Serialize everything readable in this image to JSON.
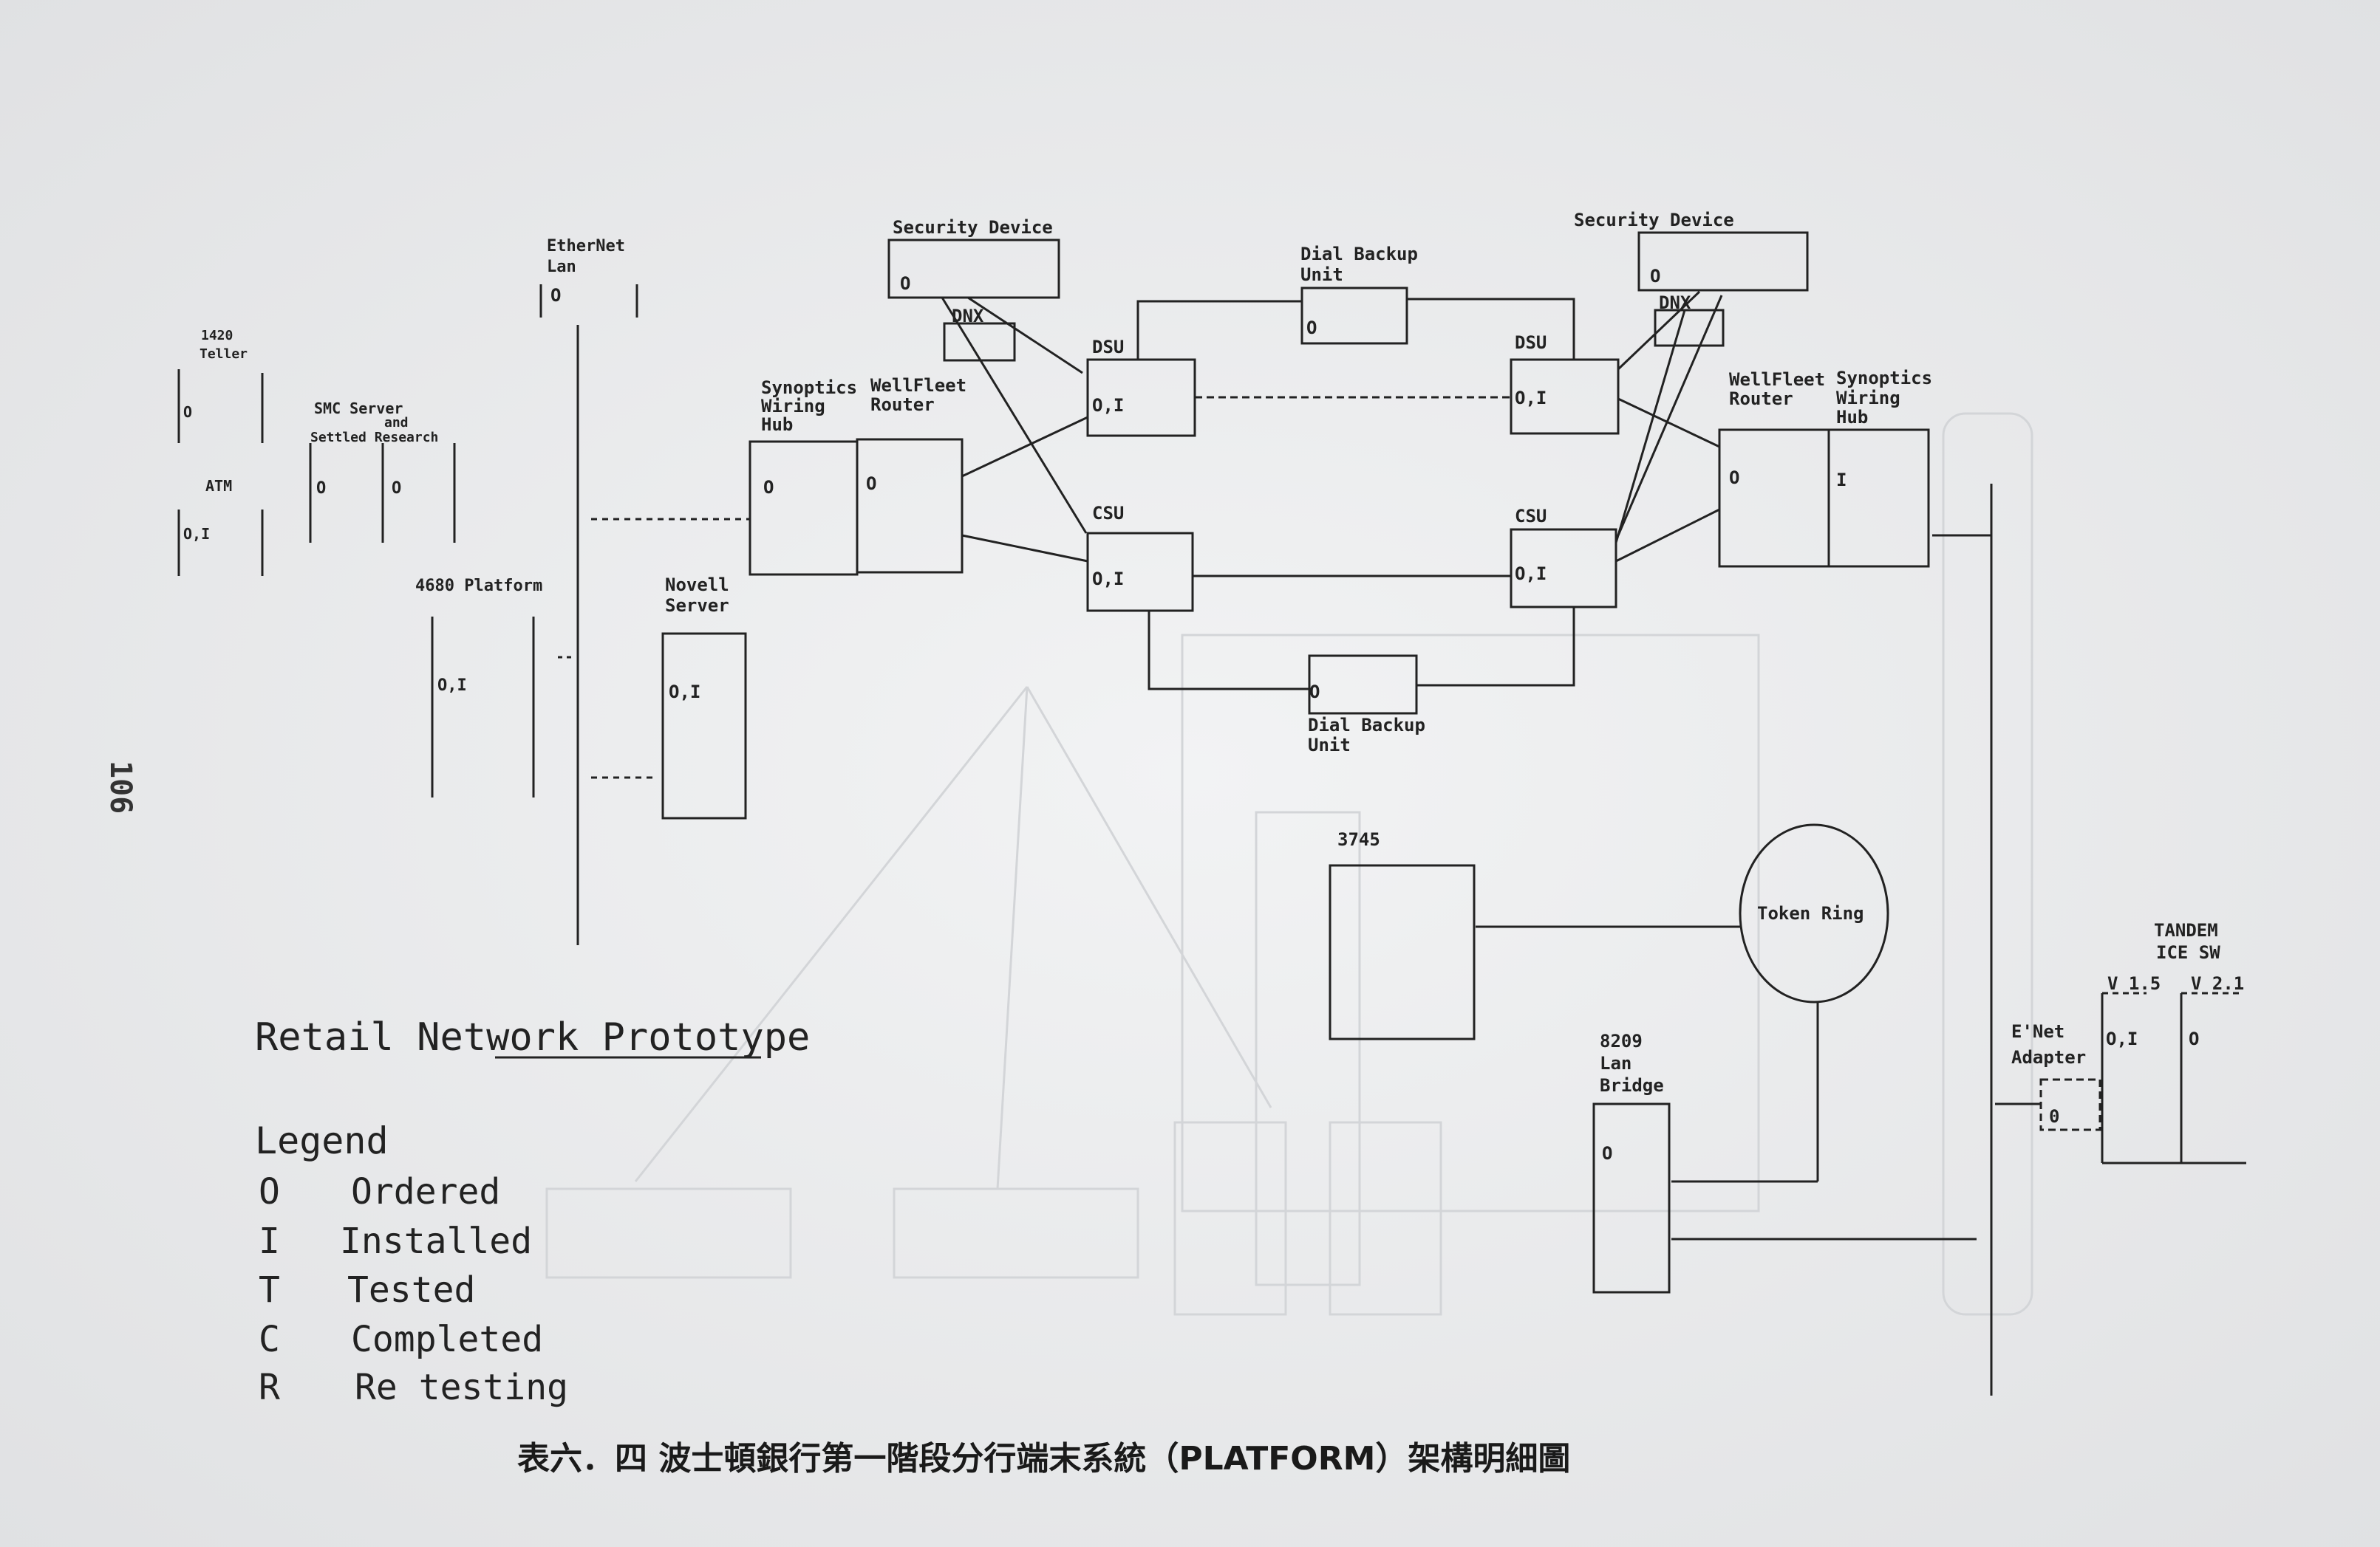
{
  "page_number": "106",
  "labels": {
    "sec_left_title": "Security Device",
    "sec_right_title": "Security Device",
    "sec_left_state": "O",
    "sec_right_state": "O",
    "dnx_left": "DNX",
    "dnx_right": "DNX",
    "dbu_top_title_1": "Dial Backup",
    "dbu_top_title_2": "Unit",
    "dbu_top_state": "O",
    "dbu_bottom_title_1": "Dial Backup",
    "dbu_bottom_title_2": "Unit",
    "dbu_bottom_state": "O",
    "dsu_left": "DSU",
    "dsu_left_state": "O,I",
    "dsu_right": "DSU",
    "dsu_right_state": "O,I",
    "csu_left": "CSU",
    "csu_left_state": "O,I",
    "csu_right": "CSU",
    "csu_right_state": "O,I",
    "synoptics_left_1": "Synoptics",
    "synoptics_left_2": "Wiring",
    "synoptics_left_3": "Hub",
    "synoptics_left_state": "O",
    "wellfleet_left_1": "WellFleet",
    "wellfleet_left_2": "Router",
    "wellfleet_left_state": "O",
    "wellfleet_right_1": "WellFleet",
    "wellfleet_right_2": "Router",
    "wellfleet_right_state": "O",
    "synoptics_right_1": "Synoptics",
    "synoptics_right_2": "Wiring",
    "synoptics_right_3": "Hub",
    "synoptics_right_state": "I",
    "ethernet_1": "EtherNet",
    "ethernet_2": "Lan",
    "ethernet_state": "O",
    "novell_1": "Novell",
    "novell_2": "Server",
    "novell_state": "O,I",
    "platform_title": "4680 Platform",
    "platform_state": "O,I",
    "smc_1": "SMC Server",
    "smc_2": "and",
    "smc_3": "Settled Research",
    "smc_state_a": "O",
    "smc_state_b": "O",
    "small_top_1": "1420",
    "small_top_2": "Teller",
    "small_top_state": "O",
    "small_mid": "ATM",
    "small_mid_state": "O,I",
    "box_3745": "3745",
    "token_ring": "Token Ring",
    "bridge_1": "8209",
    "bridge_2": "Lan",
    "bridge_3": "Bridge",
    "bridge_state": "O",
    "enet_1": "E'Net",
    "enet_2": "Adapter",
    "enet_state": "0",
    "tandem_1": "TANDEM",
    "tandem_2": "ICE SW",
    "tandem_v1": "V 1.5",
    "tandem_v2": "V 2.1",
    "tandem_v1_state": "O,I",
    "tandem_v2_state": "O"
  },
  "title": "Retail Network Prototype",
  "legend": {
    "heading": "Legend",
    "items": [
      {
        "code": "O",
        "text": "Ordered"
      },
      {
        "code": "I",
        "text": "Installed"
      },
      {
        "code": "T",
        "text": "Tested"
      },
      {
        "code": "C",
        "text": "Completed"
      },
      {
        "code": "R",
        "text": "Re testing"
      }
    ]
  },
  "caption": "表六．四  波士頓銀行第一階段分行端末系統（PLATFORM）架構明細圖"
}
